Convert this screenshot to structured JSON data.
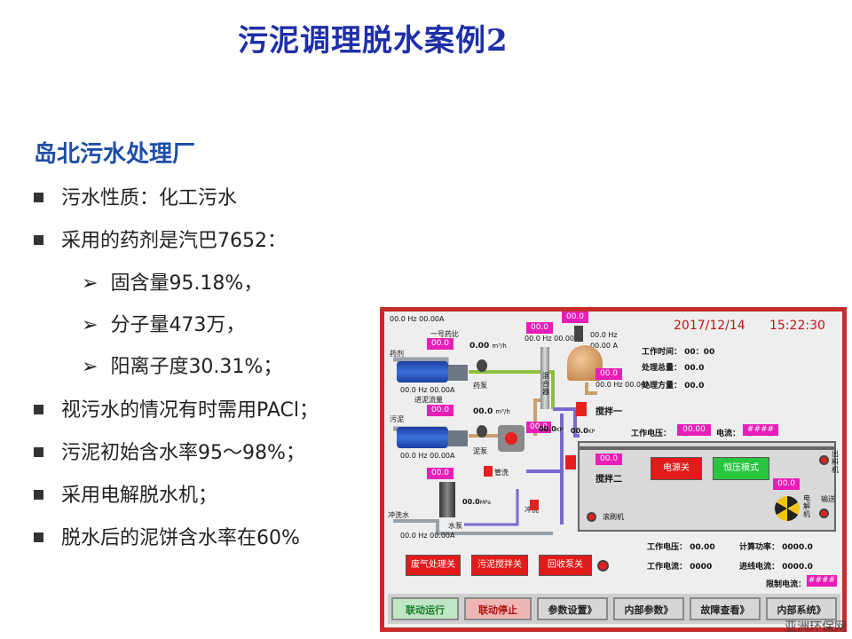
{
  "slide": {
    "title": "污泥调理脱水案例2",
    "subtitle": "岛北污水处理厂",
    "bullets": [
      "污水性质：化工污水",
      "采用的药剂是汽巴7652：",
      "视污水的情况有时需用PACl；",
      "污泥初始含水率95～98%；",
      "采用电解脱水机；",
      "脱水后的泥饼含水率在60%"
    ],
    "subbullets": [
      "固含量95.18%，",
      "分子量473万，",
      "阳离子度30.31%；"
    ]
  },
  "hmi": {
    "date": "2017/12/14",
    "time": "15:22:30",
    "hz_a_1": "00.0 Hz 00.00A",
    "hz_a_2": "00.0 Hz 00.00A",
    "hz_a_3": "00.0 Hz 00.00A",
    "hz_a_4": "00.0 Hz 00.00A",
    "hz_a_5": "00.0 Hz 00.00A",
    "hz_a_6": "00.0 Hz 00.00A",
    "hz_top": "00.0 Hz",
    "a_top": "00.00 A",
    "mag_values": [
      "00.0",
      "00.0",
      "00.0",
      "00.0",
      "00.0",
      "00.0",
      "00.0",
      "00.0"
    ],
    "flow1": "0.00",
    "flow1_unit": "m³/h",
    "flow2": "00.0",
    "flow2_unit": "m³/h",
    "kp1": "00.0",
    "kp1_unit": "KP",
    "kp2": "00.0",
    "kp2_unit": "KP",
    "mpa": "00.0",
    "mpa_unit": "MPa",
    "labels": {
      "dose_ratio": "一号药比",
      "reagent": "药剂",
      "reagent_pump": "药泵",
      "sludge_in": "进泥流量",
      "sludge": "污泥",
      "sludge_pump": "泥泵",
      "mixer": "混合器",
      "pipe_wash": "管洗",
      "flush": "冲洗",
      "wash_water": "冲洗水",
      "water_pump": "水泵",
      "stir1": "搅拌一",
      "stir2": "搅拌二",
      "roller": "滚刷机",
      "discharge": "出料机",
      "convey": "输送",
      "electrolyzer": "电解机"
    },
    "info": {
      "work_time_label": "工作时间：",
      "work_time": "00：00",
      "total_label": "处理总量：",
      "total": "00.0",
      "rate_label": "处理方量：",
      "rate": "00.0",
      "voltage_label": "工作电压：",
      "voltage": "00.00",
      "current_label": "电流：",
      "current": "####",
      "voltage2_label": "工作电压：",
      "voltage2": "00.00",
      "current2_label": "工作电流：",
      "current2": "0000",
      "power_label": "计算功率：",
      "power": "0000.0",
      "line_current_label": "进线电流：",
      "line_current": "0000.0",
      "limit_current_label": "限制电流：",
      "limit_current": "####"
    },
    "buttons": {
      "power_off": "电源关",
      "constant_mode": "恒压模式",
      "exhaust_off": "废气处理关",
      "sludge_stir_off": "污泥搅拌关",
      "recycle_pump_off": "回收泵关"
    },
    "nav": [
      "联动运行",
      "联动停止",
      "参数设置》",
      "内部参数》",
      "故障查看》",
      "内部系统》"
    ],
    "watermark": "亚洲环保网"
  }
}
